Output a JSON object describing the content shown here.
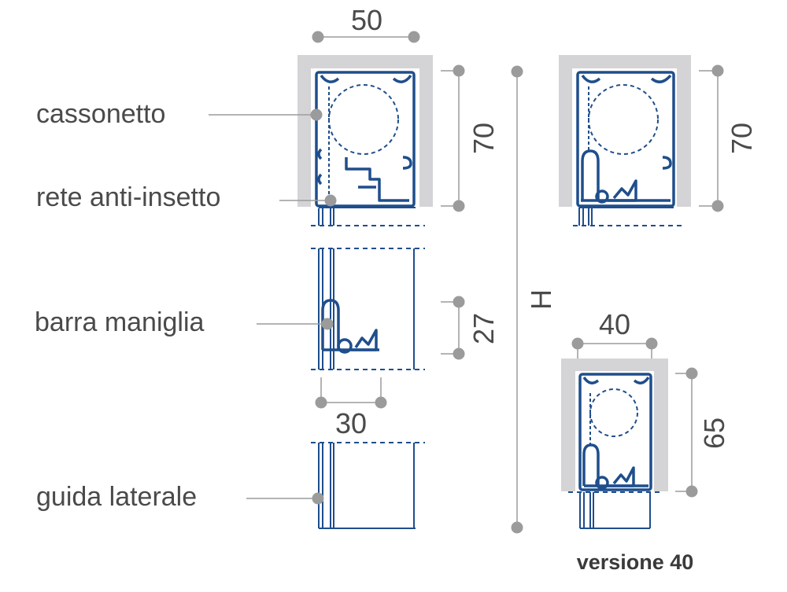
{
  "labels": {
    "cassonetto": "cassonetto",
    "rete": "rete anti-insetto",
    "barra": "barra maniglia",
    "guida": "guida laterale"
  },
  "dimensions": {
    "top_width": "50",
    "main_height": "70",
    "handle_height": "27",
    "guide_width": "30",
    "total_height": "H",
    "right_height": "70",
    "v40_width": "40",
    "v40_height": "65"
  },
  "caption": "versione 40",
  "colors": {
    "profile": "#1f4e8c",
    "housing": "#d4d4d6",
    "leader": "#9b9b9b",
    "text": "#4a4a4a"
  }
}
